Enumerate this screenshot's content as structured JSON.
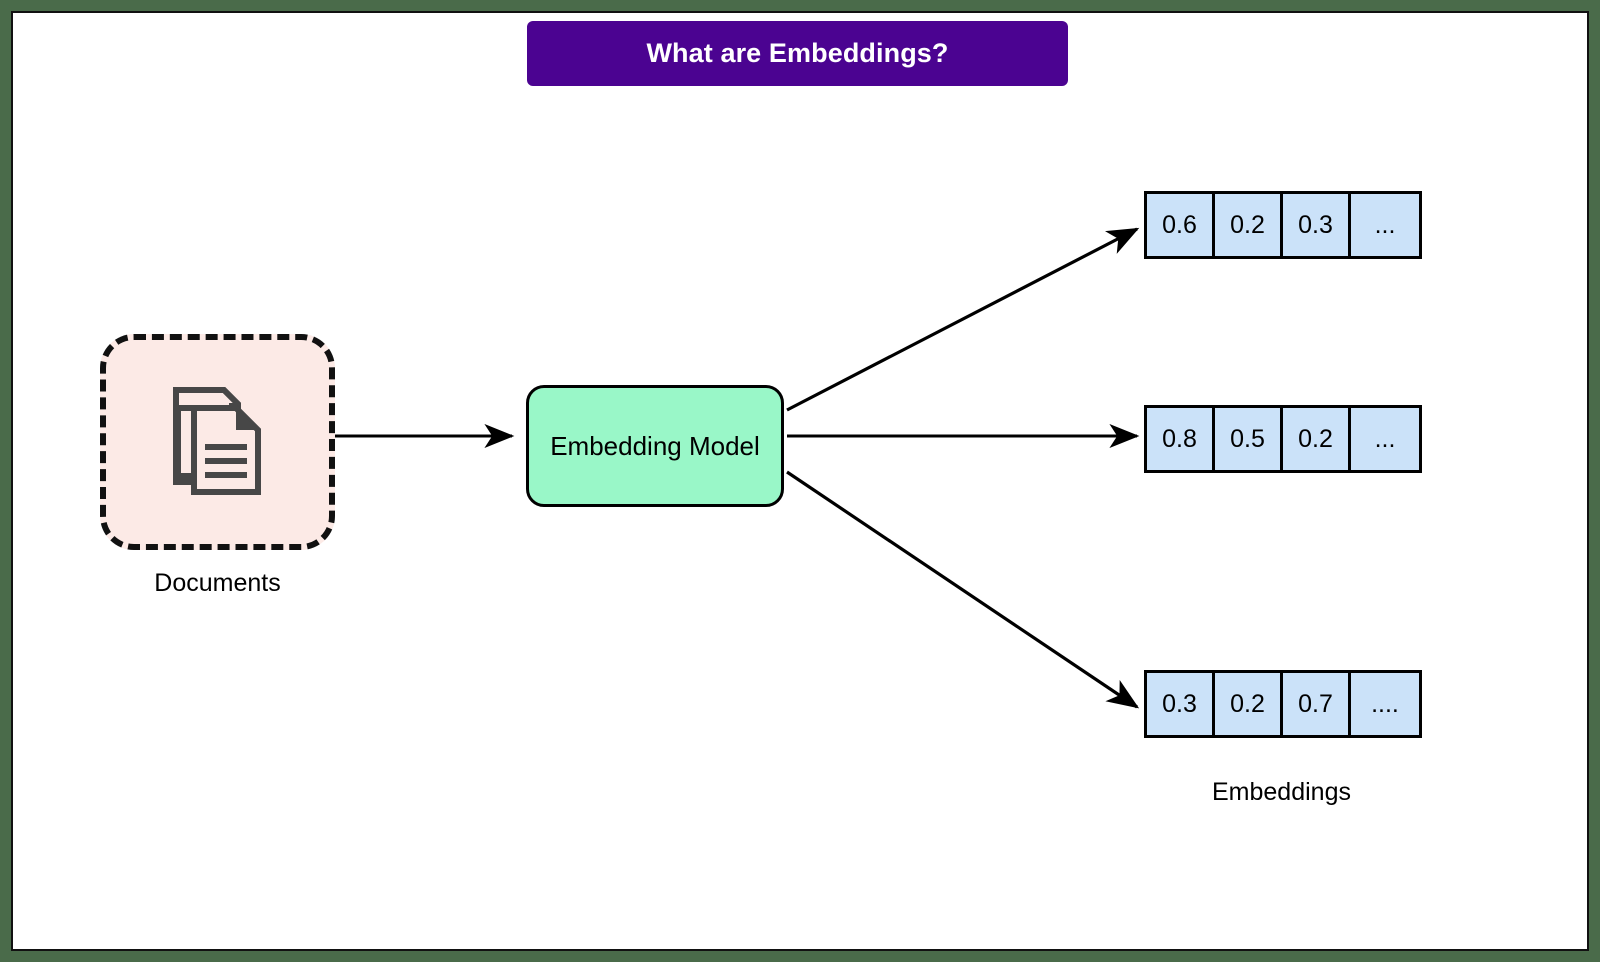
{
  "frame": {
    "outer_border_color": "#4a6b4a",
    "canvas_color": "#ffffff",
    "canvas_border_color": "#111111"
  },
  "title": {
    "text": "What are Embeddings?",
    "background_color": "#4b0391",
    "text_color": "#ffffff"
  },
  "documents": {
    "label": "Documents",
    "icon_name": "documents-stack-icon",
    "fill_color": "#fceae6",
    "border_color": "#111111",
    "border_style": "dashed"
  },
  "model": {
    "label": "Embedding Model",
    "fill_color": "#99f7c8",
    "border_color": "#000000"
  },
  "embeddings": {
    "label": "Embeddings",
    "cell_fill_color": "#cbe2f9",
    "cell_border_color": "#000000",
    "vectors": [
      {
        "cells": [
          "0.6",
          "0.2",
          "0.3",
          "..."
        ]
      },
      {
        "cells": [
          "0.8",
          "0.5",
          "0.2",
          "..."
        ]
      },
      {
        "cells": [
          "0.3",
          "0.2",
          "0.7",
          "...."
        ]
      }
    ]
  },
  "arrows": [
    {
      "name": "documents-to-model",
      "from": "documents",
      "to": "model"
    },
    {
      "name": "model-to-vector-1",
      "from": "model",
      "to": "vector-0"
    },
    {
      "name": "model-to-vector-2",
      "from": "model",
      "to": "vector-1"
    },
    {
      "name": "model-to-vector-3",
      "from": "model",
      "to": "vector-2"
    }
  ]
}
